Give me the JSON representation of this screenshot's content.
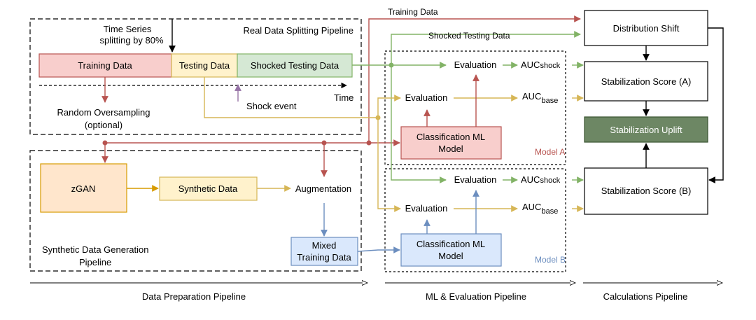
{
  "colors": {
    "red": "#b85450",
    "red_fill": "#f8cecc",
    "green": "#82b366",
    "green_fill": "#d5e8d4",
    "yellow": "#d6b656",
    "yellow_fill": "#fff2cc",
    "orange": "#d79b00",
    "orange_fill": "#ffe6cc",
    "blue": "#6c8ebf",
    "blue_fill": "#dae8fc",
    "purple": "#9673a6",
    "dark_green_fill": "#6d8764",
    "black": "#000000"
  },
  "real_split": {
    "title": "Real Data Splitting Pipeline",
    "time_series_note_1": "Time Series",
    "time_series_note_2": "splitting by 80%",
    "training_data": "Training Data",
    "testing_data": "Testing Data",
    "shocked_testing_data": "Shocked Testing Data",
    "time_label": "Time",
    "shock_event": "Shock event",
    "oversampling_1": "Random Oversampling",
    "oversampling_2": "(optional)"
  },
  "synthetic": {
    "zgan": "zGAN",
    "synthetic_data": "Synthetic Data",
    "augmentation": "Augmentation",
    "mixed_1": "Mixed",
    "mixed_2": "Training Data",
    "title_1": "Synthetic Data Generation",
    "title_2": "Pipeline"
  },
  "ml": {
    "training_data_line": "Training Data",
    "shocked_testing_line": "Shocked Testing Data",
    "evaluation": "Evaluation",
    "auc": "AUC",
    "shock_sub": "shock",
    "base_sub": "base",
    "classifier_1": "Classification ML",
    "classifier_2": "Model",
    "model_a": "Model A",
    "model_b": "Model B"
  },
  "calc": {
    "distribution_shift": "Distribution Shift",
    "score_a": "Stabilization Score (A)",
    "uplift": "Stabilization Uplift",
    "score_b": "Stabilization Score (B)"
  },
  "pipelines": {
    "data_preparation": "Data Preparation Pipeline",
    "ml_evaluation": "ML & Evaluation Pipeline",
    "calculations": "Calculations Pipeline"
  }
}
